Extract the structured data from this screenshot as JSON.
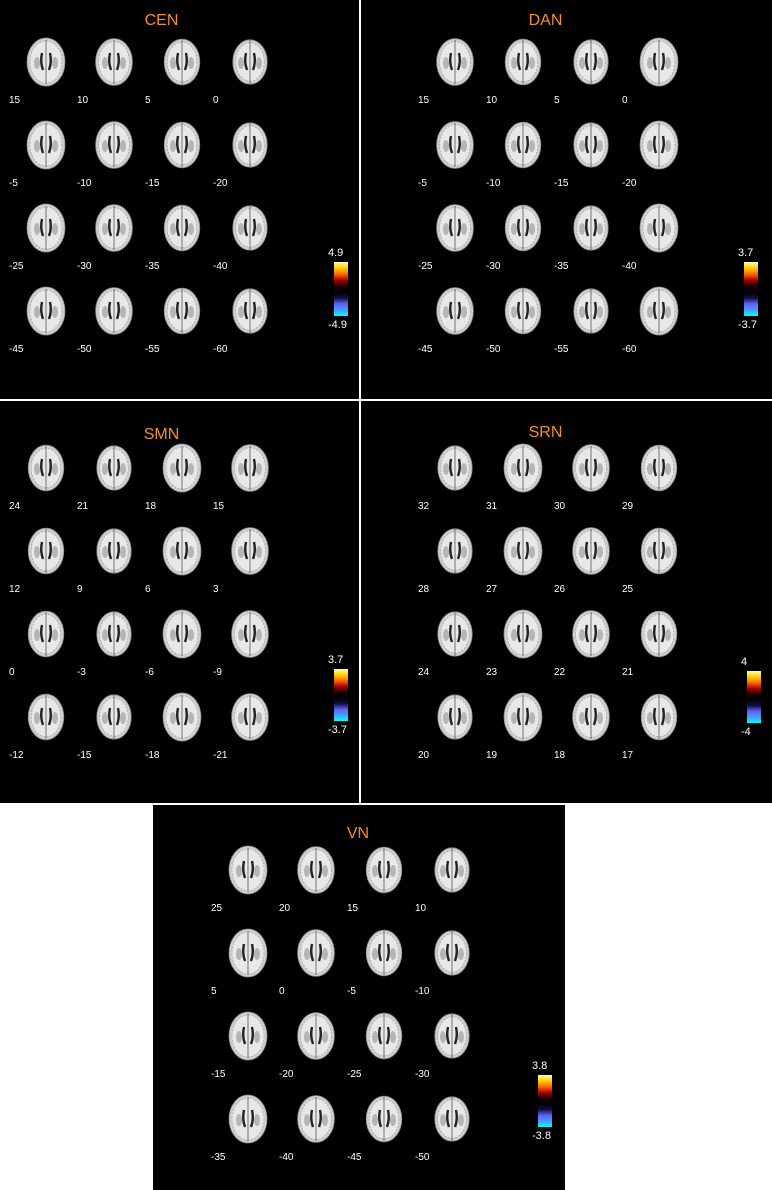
{
  "colorbar_colors": [
    "#ffffb0",
    "#ffd000",
    "#ff6a00",
    "#b00000",
    "#1a0000",
    "#000000",
    "#101040",
    "#6060ff",
    "#40a0ff",
    "#00ffff"
  ],
  "panels": [
    {
      "id": "cen",
      "title": "CEN",
      "colorbar": {
        "max": "4.9",
        "min": "-4.9"
      },
      "slices": [
        "15",
        "10",
        "5",
        "0",
        "-5",
        "-10",
        "-15",
        "-20",
        "-25",
        "-30",
        "-35",
        "-40",
        "-45",
        "-50",
        "-55",
        "-60"
      ]
    },
    {
      "id": "dan",
      "title": "DAN",
      "colorbar": {
        "max": "3.7",
        "min": "-3.7"
      },
      "slices": [
        "15",
        "10",
        "5",
        "0",
        "-5",
        "-10",
        "-15",
        "-20",
        "-25",
        "-30",
        "-35",
        "-40",
        "-45",
        "-50",
        "-55",
        "-60"
      ]
    },
    {
      "id": "smn",
      "title": "SMN",
      "colorbar": {
        "max": "3.7",
        "min": "-3.7"
      },
      "slices": [
        "24",
        "21",
        "18",
        "15",
        "12",
        "9",
        "6",
        "3",
        "0",
        "-3",
        "-6",
        "-9",
        "-12",
        "-15",
        "-18",
        "-21"
      ]
    },
    {
      "id": "srn",
      "title": "SRN",
      "colorbar": {
        "max": "4",
        "min": "-4"
      },
      "slices": [
        "32",
        "31",
        "30",
        "29",
        "28",
        "27",
        "26",
        "25",
        "24",
        "23",
        "22",
        "21",
        "20",
        "19",
        "18",
        "17"
      ]
    },
    {
      "id": "vn",
      "title": "VN",
      "colorbar": {
        "max": "3.8",
        "min": "-3.8"
      },
      "slices": [
        "25",
        "20",
        "15",
        "10",
        "5",
        "0",
        "-5",
        "-10",
        "-15",
        "-20",
        "-25",
        "-30",
        "-35",
        "-40",
        "-45",
        "-50"
      ]
    }
  ]
}
